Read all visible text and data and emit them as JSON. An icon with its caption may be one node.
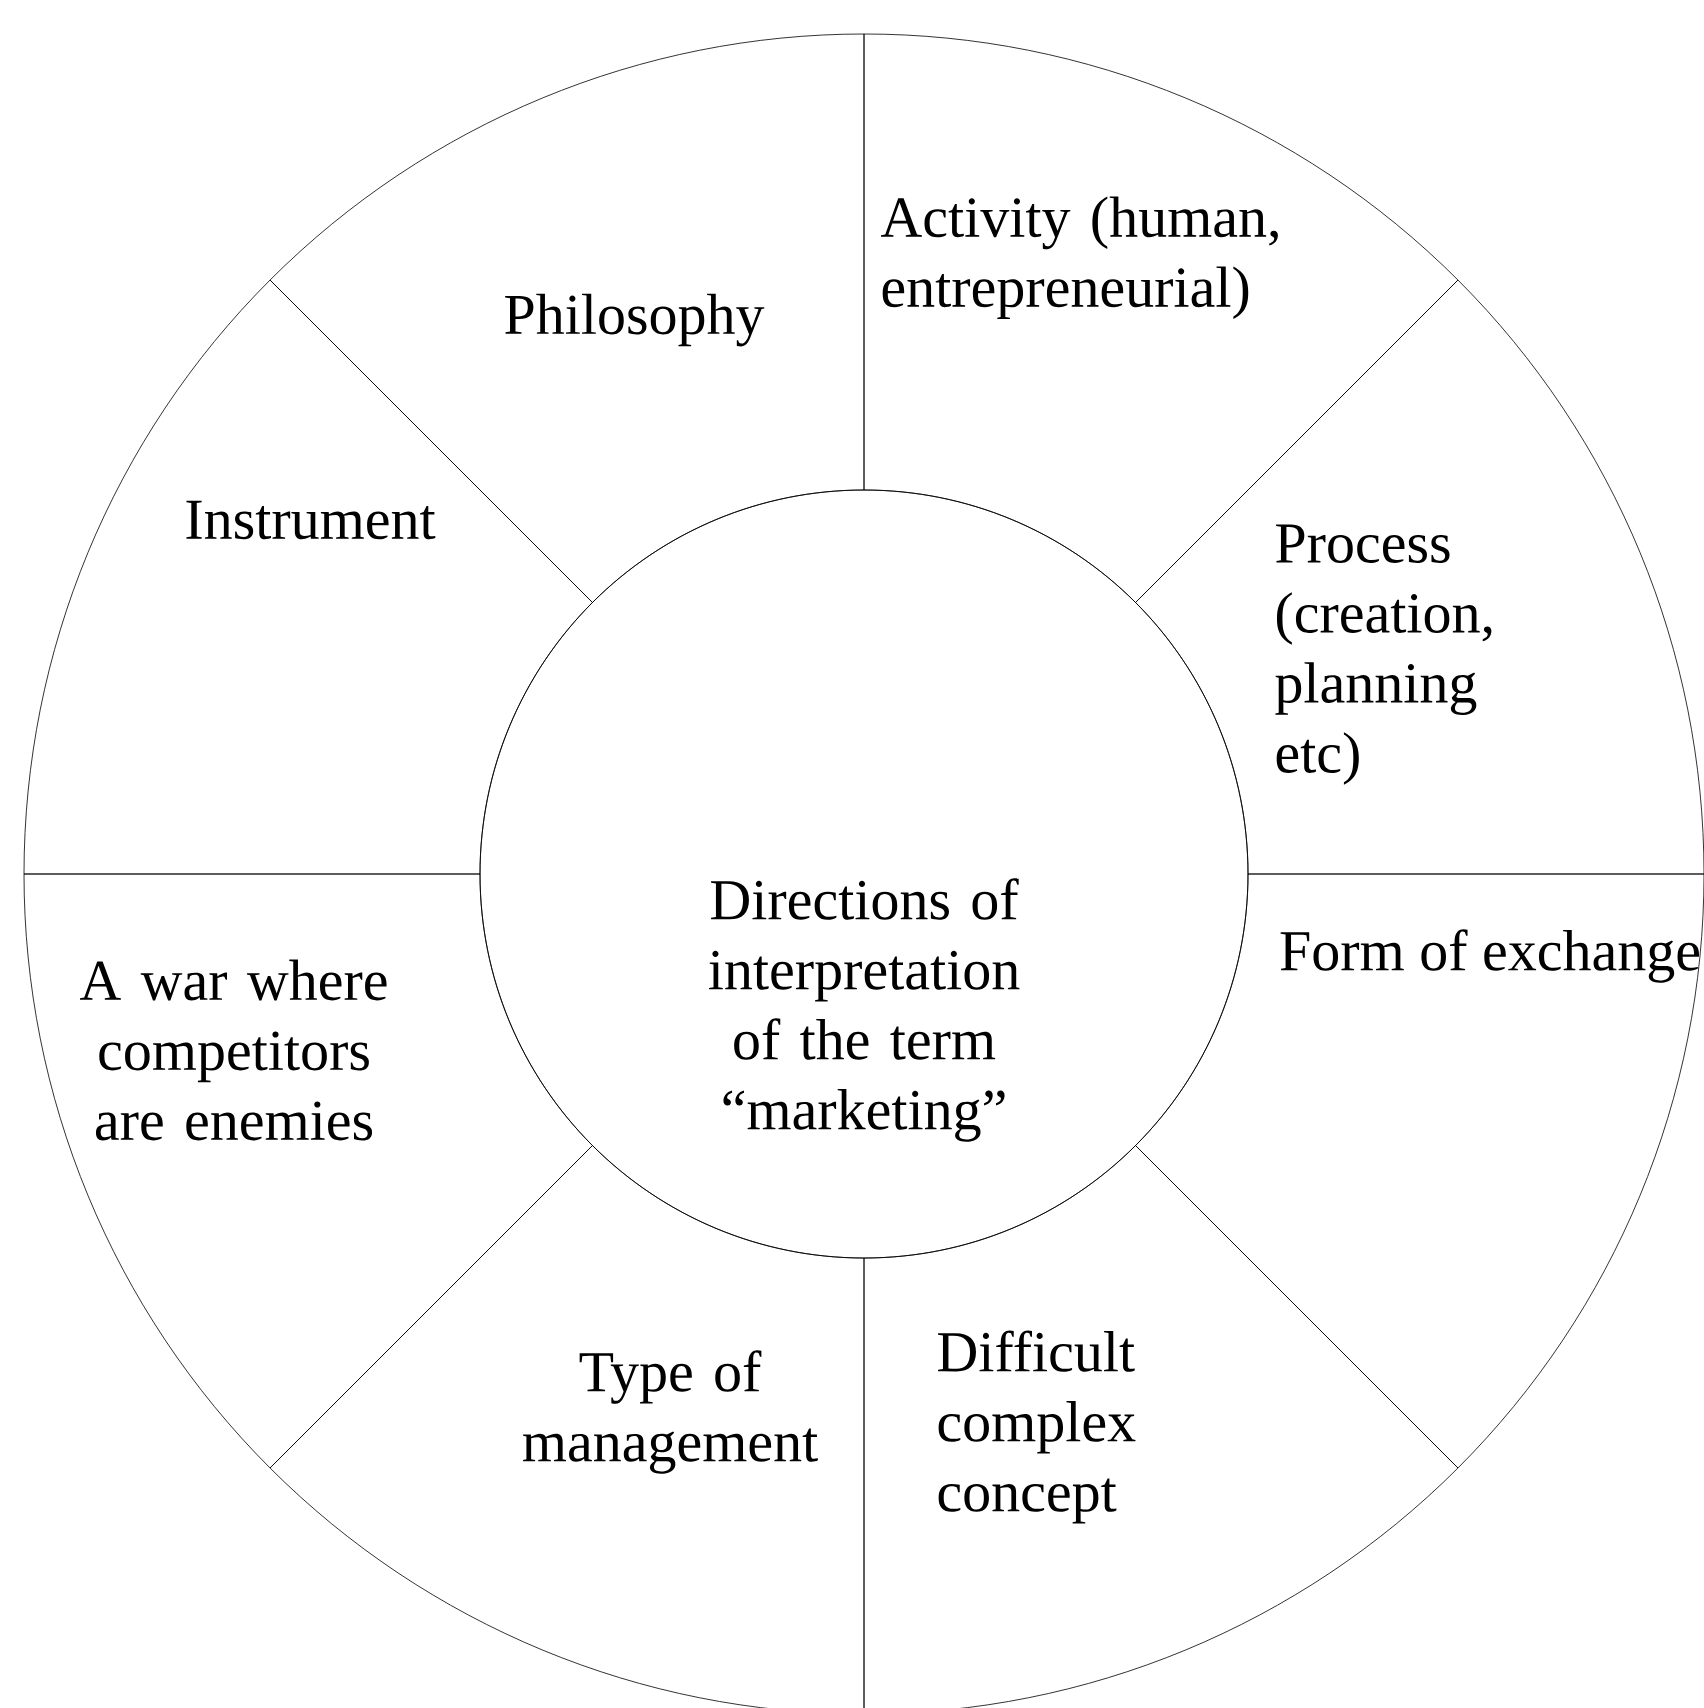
{
  "diagram": {
    "nodes": [
      {
        "text": [
          "Directions of interpretation of the term “marketing”"
        ]
      },
      {
        "text": [
          "Philosophy"
        ]
      },
      {
        "text": [
          "Activity (human, entrepreneurial)"
        ]
      },
      {
        "text": [
          "Process (creation, planning etc)"
        ]
      },
      {
        "text": [
          "Form of exchange"
        ]
      },
      {
        "text": [
          "Difficult complex concept"
        ]
      },
      {
        "text": [
          "Type of management"
        ]
      },
      {
        "text": [
          "A war where competitors are enemies"
        ]
      },
      {
        "text": [
          "Instrument"
        ]
      }
    ]
  }
}
